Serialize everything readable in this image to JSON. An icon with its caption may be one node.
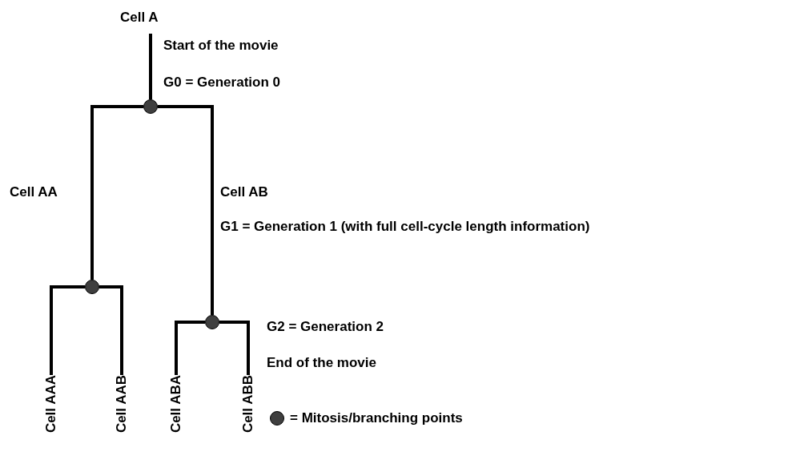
{
  "diagram": {
    "nodes": [
      {
        "text": [
          "Cell A"
        ]
      },
      {
        "text": [],
        "shape": "circle"
      },
      {
        "text": [],
        "shape": "circle"
      },
      {
        "text": [],
        "shape": "circle"
      },
      {
        "text": [
          "Cell AAA"
        ]
      },
      {
        "text": [
          "Cell AAB"
        ]
      },
      {
        "text": [
          "Cell ABA"
        ]
      },
      {
        "text": [
          "Cell ABB"
        ]
      }
    ],
    "edges": [
      {
        "from": 0,
        "to": 1,
        "arrow": "none"
      },
      {
        "from": 1,
        "to": 2,
        "arrow": "none",
        "label": "Cell AA"
      },
      {
        "from": 1,
        "to": 3,
        "arrow": "none",
        "label": "Cell AB"
      },
      {
        "from": 2,
        "to": 4,
        "arrow": "none"
      },
      {
        "from": 2,
        "to": 5,
        "arrow": "none"
      },
      {
        "from": 3,
        "to": 6,
        "arrow": "none"
      },
      {
        "from": 3,
        "to": 7,
        "arrow": "none"
      }
    ],
    "labels": [
      "Start of the movie",
      "G0 = Generation 0",
      "G1 = Generation 1 (with full cell-cycle length information)",
      "G2 = Generation 2",
      "End of the movie"
    ],
    "legend": [
      {
        "text": "= Mitosis/branching points"
      }
    ]
  }
}
